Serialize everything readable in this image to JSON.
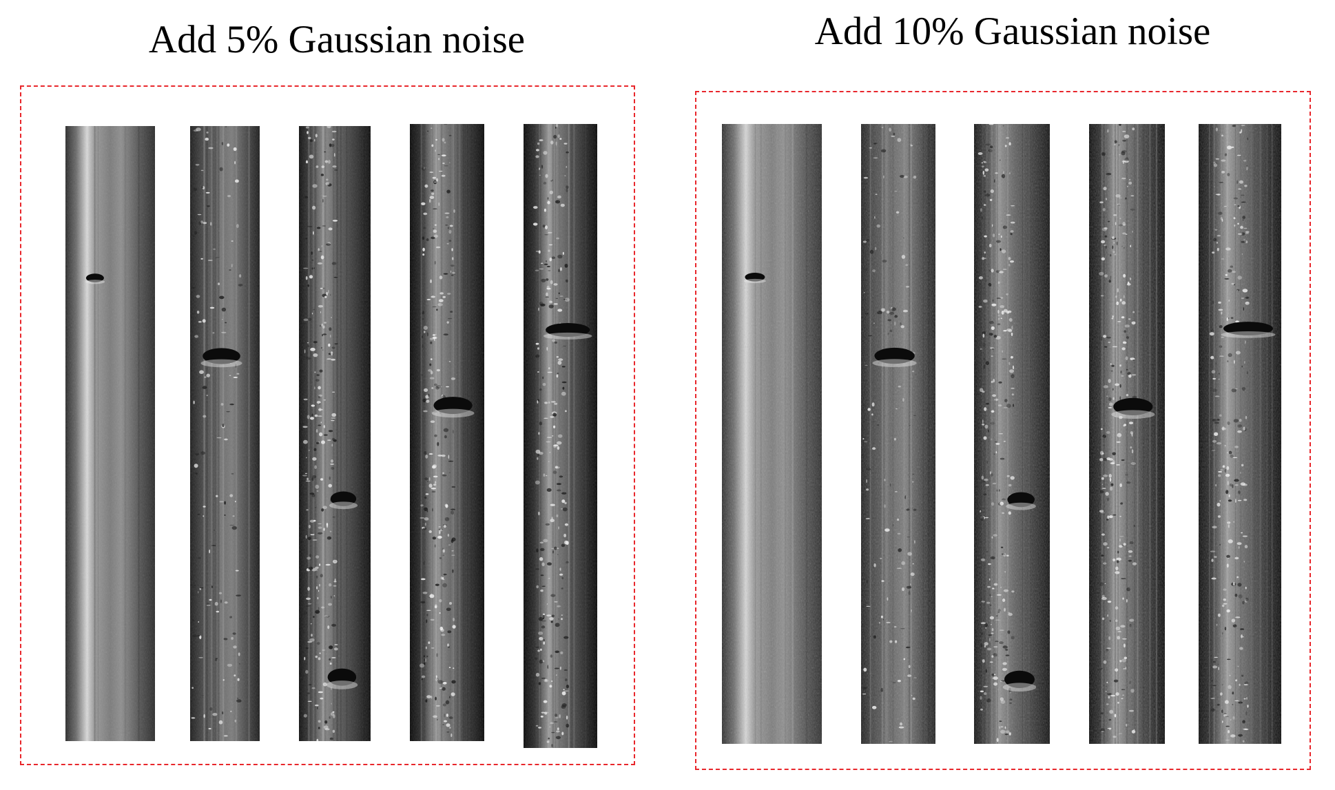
{
  "figure": {
    "panels": [
      {
        "title": "Add 5% Gaussian noise",
        "noise_level": "5%",
        "border_color": "#e8262b",
        "strips": [
          {
            "kind": "smooth"
          },
          {
            "kind": "worn"
          },
          {
            "kind": "pitted"
          },
          {
            "kind": "corroded"
          },
          {
            "kind": "corroded"
          }
        ]
      },
      {
        "title": "Add 10% Gaussian noise",
        "noise_level": "10%",
        "border_color": "#e8262b",
        "strips": [
          {
            "kind": "smooth"
          },
          {
            "kind": "worn"
          },
          {
            "kind": "pitted"
          },
          {
            "kind": "corroded"
          },
          {
            "kind": "corroded"
          }
        ]
      }
    ]
  }
}
